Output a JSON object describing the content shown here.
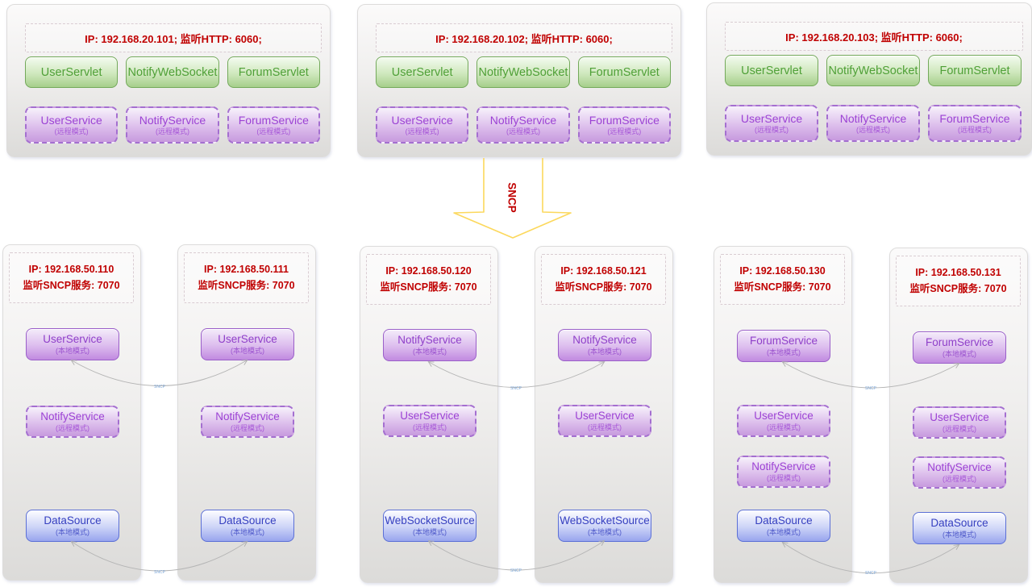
{
  "colors": {
    "red_text": "#c00000",
    "green_border": "#73a95a",
    "green_text": "#4fa037",
    "purple_border": "#9a5fc9",
    "purple_text": "#9c42d4",
    "blue_border": "#5b6fd6",
    "blue_text": "#3640c0",
    "arrow_stroke": "#fcd85c",
    "connector_stroke": "#b5b5b5",
    "connector_label_color": "#7da7d9"
  },
  "arrow": {
    "label": "SNCP"
  },
  "connector_label": "SNCP",
  "top_servers": [
    {
      "header": "IP: 192.168.20.101;  监听HTTP: 6060;",
      "servlets": [
        "UserServlet",
        "NotifyWebSocket",
        "ForumServlet"
      ],
      "services": [
        {
          "name": "UserService",
          "mode": "(远程模式)"
        },
        {
          "name": "NotifyService",
          "mode": "(远程模式)"
        },
        {
          "name": "ForumService",
          "mode": "(远程模式)"
        }
      ]
    },
    {
      "header": "IP: 192.168.20.102;  监听HTTP: 6060;",
      "servlets": [
        "UserServlet",
        "NotifyWebSocket",
        "ForumServlet"
      ],
      "services": [
        {
          "name": "UserService",
          "mode": "(远程模式)"
        },
        {
          "name": "NotifyService",
          "mode": "(远程模式)"
        },
        {
          "name": "ForumService",
          "mode": "(远程模式)"
        }
      ]
    },
    {
      "header": "IP: 192.168.20.103;  监听HTTP: 6060;",
      "servlets": [
        "UserServlet",
        "NotifyWebSocket",
        "ForumServlet"
      ],
      "services": [
        {
          "name": "UserService",
          "mode": "(远程模式)"
        },
        {
          "name": "NotifyService",
          "mode": "(远程模式)"
        },
        {
          "name": "ForumService",
          "mode": "(远程模式)"
        }
      ]
    }
  ],
  "bottom_servers": [
    {
      "ip_line1": "IP: 192.168.50.110",
      "ip_line2": "监听SNCP服务: 7070",
      "services": [
        {
          "name": "UserService",
          "mode": "(本地模式)"
        },
        {
          "name": "NotifyService",
          "mode": "(远程模式)"
        },
        {
          "name": "DataSource",
          "mode": "(本地模式)"
        }
      ]
    },
    {
      "ip_line1": "IP: 192.168.50.111",
      "ip_line2": "监听SNCP服务: 7070",
      "services": [
        {
          "name": "UserService",
          "mode": "(本地模式)"
        },
        {
          "name": "NotifyService",
          "mode": "(远程模式)"
        },
        {
          "name": "DataSource",
          "mode": "(本地模式)"
        }
      ]
    },
    {
      "ip_line1": "IP: 192.168.50.120",
      "ip_line2": "监听SNCP服务: 7070",
      "services": [
        {
          "name": "NotifyService",
          "mode": "(本地模式)"
        },
        {
          "name": "UserService",
          "mode": "(远程模式)"
        },
        {
          "name": "WebSocketSource",
          "mode": "(本地模式)"
        }
      ]
    },
    {
      "ip_line1": "IP: 192.168.50.121",
      "ip_line2": "监听SNCP服务: 7070",
      "services": [
        {
          "name": "NotifyService",
          "mode": "(本地模式)"
        },
        {
          "name": "UserService",
          "mode": "(远程模式)"
        },
        {
          "name": "WebSocketSource",
          "mode": "(本地模式)"
        }
      ]
    },
    {
      "ip_line1": "IP: 192.168.50.130",
      "ip_line2": "监听SNCP服务: 7070",
      "services": [
        {
          "name": "ForumService",
          "mode": "(本地模式)"
        },
        {
          "name": "UserService",
          "mode": "(远程模式)"
        },
        {
          "name": "NotifyService",
          "mode": "(远程模式)"
        },
        {
          "name": "DataSource",
          "mode": "(本地模式)"
        }
      ]
    },
    {
      "ip_line1": "IP: 192.168.50.131",
      "ip_line2": "监听SNCP服务: 7070",
      "services": [
        {
          "name": "ForumService",
          "mode": "(本地模式)"
        },
        {
          "name": "UserService",
          "mode": "(远程模式)"
        },
        {
          "name": "NotifyService",
          "mode": "(远程模式)"
        },
        {
          "name": "DataSource",
          "mode": "(本地模式)"
        }
      ]
    }
  ]
}
